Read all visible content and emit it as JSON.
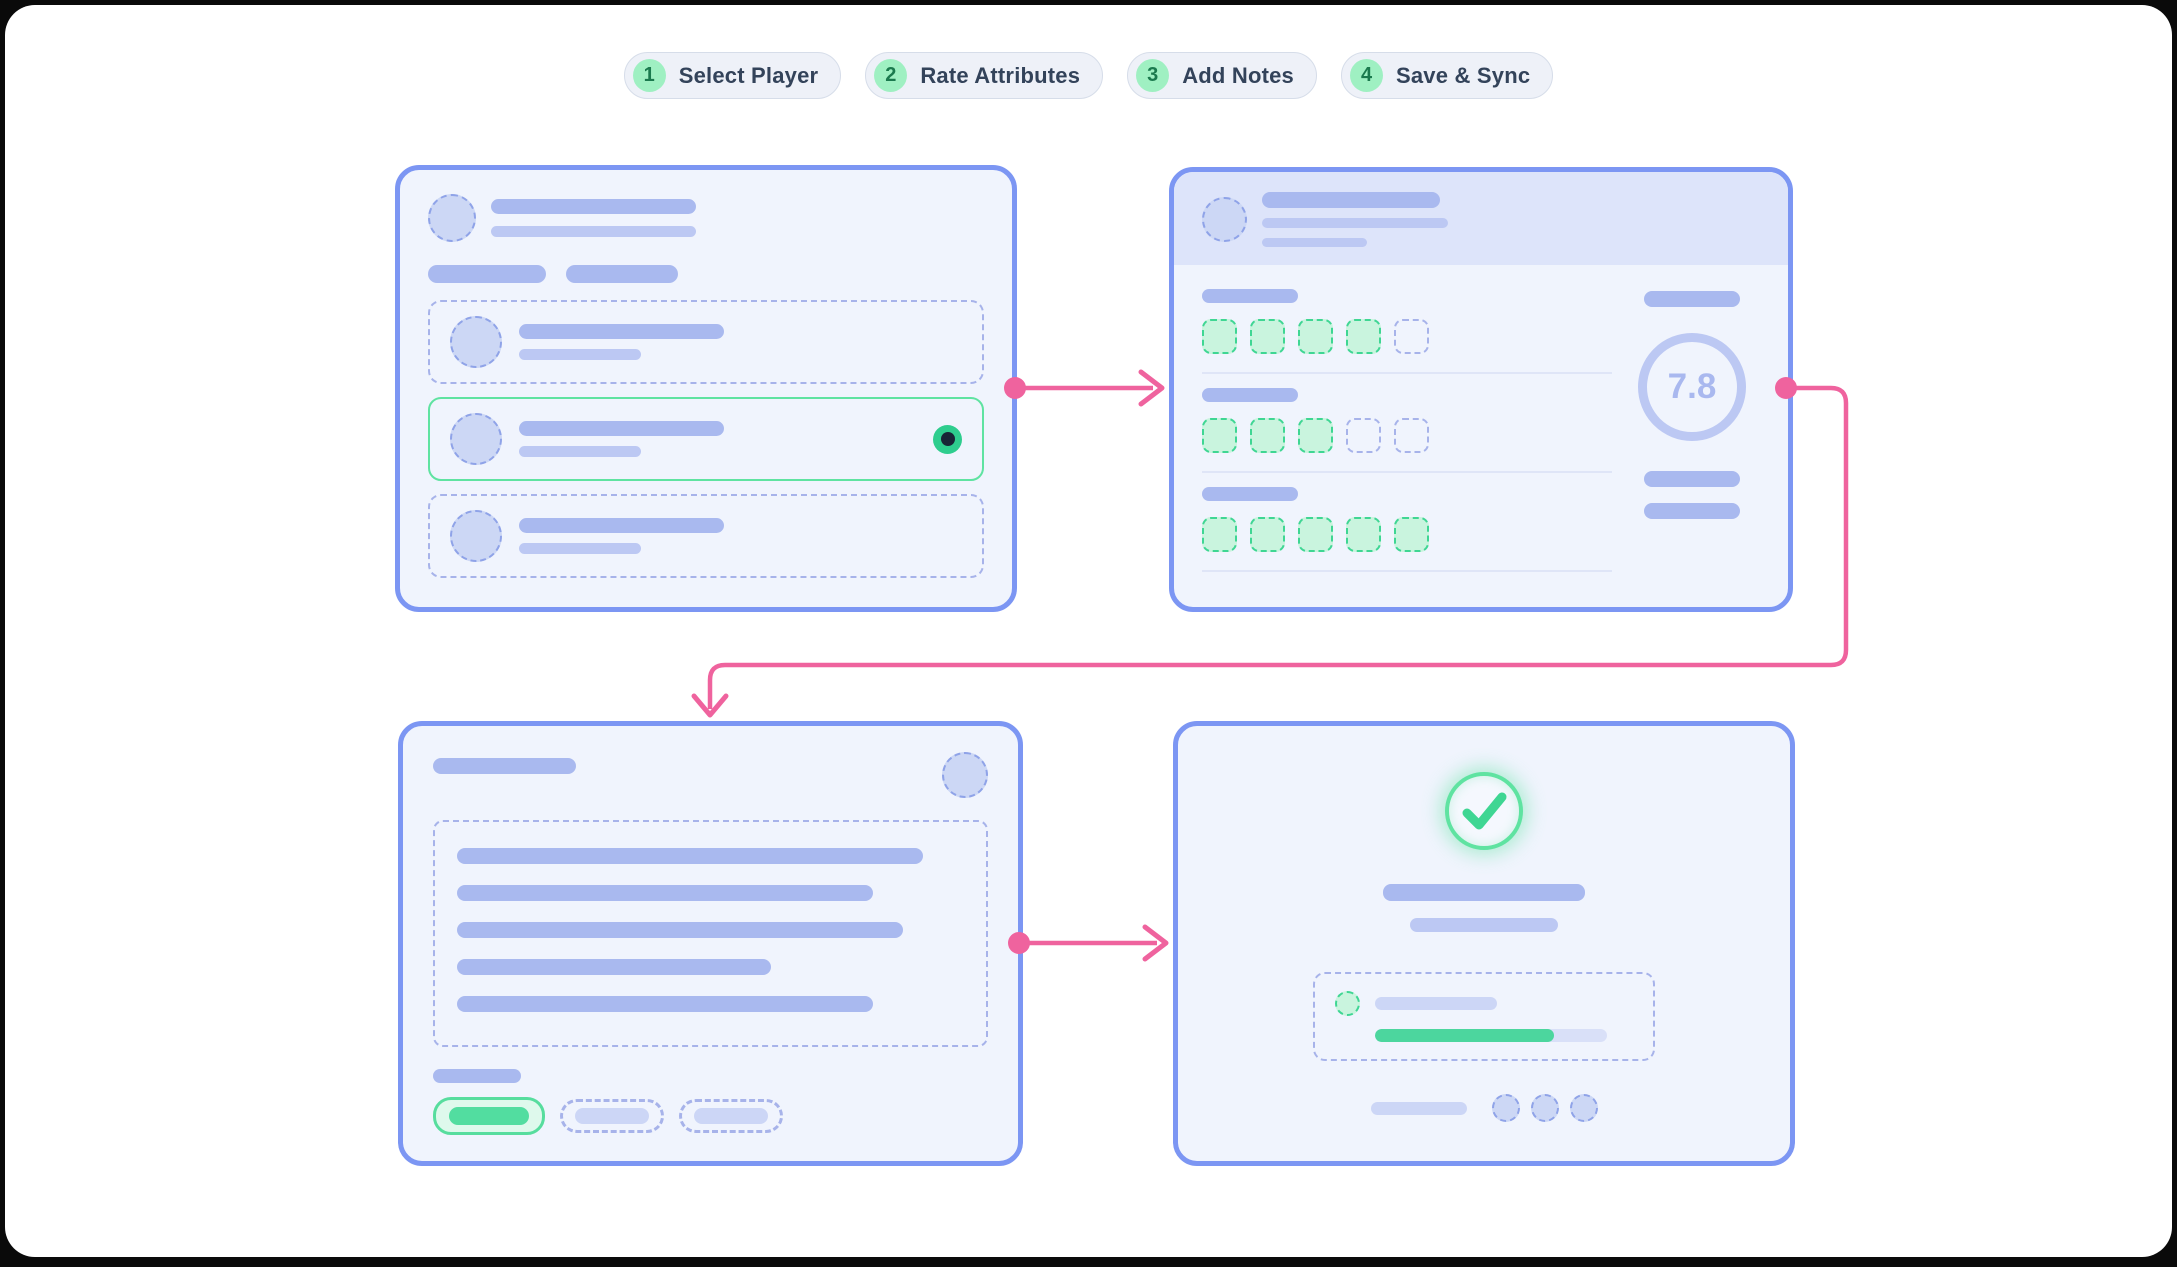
{
  "colors": {
    "frame-dark": "#0a0a0a",
    "pink": "#ef639e",
    "panel-border": "#7c96f3",
    "panel-bg": "#f0f4fd",
    "header-band": "#dde4fa",
    "skel": "#a9b9ef",
    "skel-light": "#bcc8f3",
    "skel-lighter": "#ccd6f6",
    "dashed-blue": "#a7b3ea",
    "avatar-fill": "#ccd7f5",
    "avatar-border": "#8fa3e8",
    "divider": "#dfe5f7",
    "green-dash": "#3fd693",
    "green-fill-soft": "#c9f4de",
    "green-border": "#57dd9e",
    "green-btn-bg": "#def9ec",
    "green-bar": "#52dda0",
    "green-ring": "#5fe3a1",
    "radio-green": "#2ecd8e",
    "radio-center": "#182536",
    "progress-green": "#4cd69e",
    "progress-track": "#d9e0f8",
    "score-ring": "#bcc8f3",
    "score-text": "#a9b8ef",
    "step-bg": "#eef1f8",
    "step-border": "#d6dde9",
    "step-circle": "#9ff0c2",
    "step-number": "#1b7a4e",
    "step-text": "#33435a"
  },
  "steps": [
    {
      "number": "1",
      "label": "Select Player"
    },
    {
      "number": "2",
      "label": "Rate Attributes"
    },
    {
      "number": "3",
      "label": "Add Notes"
    },
    {
      "number": "4",
      "label": "Save & Sync"
    }
  ],
  "rate_attributes": {
    "score": "7.8",
    "rows": [
      {
        "filled": 4,
        "total": 5
      },
      {
        "filled": 3,
        "total": 5
      },
      {
        "filled": 5,
        "total": 5
      }
    ]
  },
  "add_notes": {
    "line_widths_pct": [
      92,
      82,
      88,
      62,
      82
    ]
  },
  "save_sync": {
    "progress_pct": 77
  }
}
